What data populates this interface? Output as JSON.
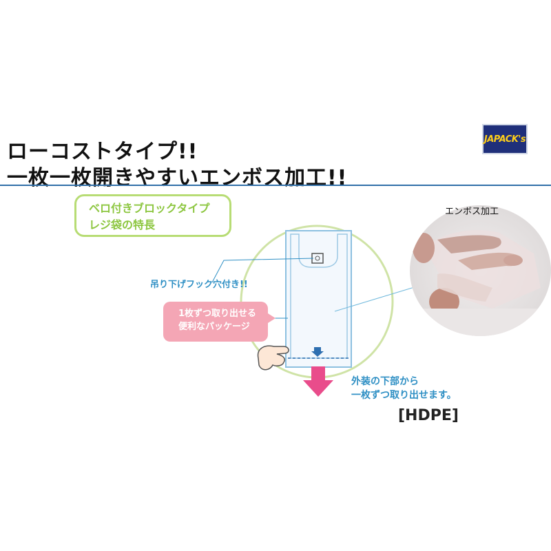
{
  "headline": {
    "line1": "ローコストタイプ!!",
    "line2": "一枚一枚開きやすいエンボス加工!!"
  },
  "logo": {
    "text": "JAPACK's"
  },
  "feature_box": {
    "line1": "ベロ付きブロックタイプ",
    "line2": "レジ袋の特長"
  },
  "hook_label": "吊り下げフック穴付き!!",
  "package_box": {
    "line1": "1枚ずつ取り出せる",
    "line2": "便利なパッケージ"
  },
  "bottom_text": {
    "line1": "外装の下部から",
    "line2": "一枚ずつ取り出せます。"
  },
  "material": "[HDPE]",
  "emboss_label": "エンボス加工",
  "colors": {
    "accent_green": "#8cc63f",
    "accent_blue": "#2e8fc4",
    "accent_pink": "#e94c8b",
    "divider": "#2f6fa8",
    "logo_bg": "#1f2f7a",
    "logo_text": "#ffcf1a"
  }
}
